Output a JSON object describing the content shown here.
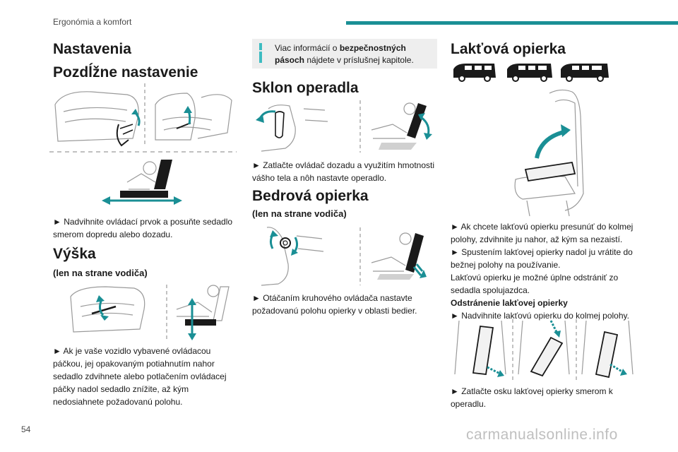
{
  "header": {
    "section": "Ergonómia a komfort",
    "accent_color": "#1a8f95"
  },
  "footer": {
    "page_number": "54",
    "watermark": "carmanualsonline.info"
  },
  "col1": {
    "title": "Nastavenia",
    "longitudinal": {
      "title": "Pozdĺžne nastavenie",
      "text": "► Nadvihnite ovládací prvok a posuňte sedadlo smerom dopredu alebo dozadu."
    },
    "height": {
      "title": "Výška",
      "subtitle": "(len na strane vodiča)",
      "text": "► Ak je vaše vozidlo vybavené ovládacou páčkou, jej opakovaným potiahnutím nahor sedadlo zdvihnete alebo potlačením ovládacej páčky nadol sedadlo znížite, až kým nedosiahnete požadovanú polohu."
    }
  },
  "col2": {
    "info": {
      "pre": "Viac informácií o ",
      "bold": "bezpečnostných pásoch",
      "post": " nájdete v príslušnej kapitole.",
      "icon": "info-icon"
    },
    "backrest": {
      "title": "Sklon operadla",
      "text": "► Zatlačte ovládač dozadu a využitím hmotnosti vášho tela a nôh nastavte operadlo."
    },
    "lumbar": {
      "title": "Bedrová opierka",
      "subtitle": "(len na strane vodiča)",
      "text": "► Otáčaním kruhového ovládača nastavte požadovanú polohu opierky v oblasti bedier."
    }
  },
  "col3": {
    "armrest": {
      "title": "Lakťová opierka",
      "vehicle_icons": [
        "van-icon-short",
        "van-icon-medium",
        "van-icon-long"
      ],
      "lines": [
        "► Ak chcete lakťovú opierku presunúť do kolmej polohy, zdvihnite ju nahor, až kým sa nezaistí.",
        "► Spustením lakťovej opierky nadol ju vrátite do bežnej polohy na používanie.",
        "Lakťovú opierku je možné úplne odstrániť zo sedadla spolujazdca."
      ],
      "removal_title": "Odstránenie lakťovej opierky",
      "removal_step1": "► Nadvihnite lakťovú opierku do kolmej polohy.",
      "removal_step2": "► Zatlačte osku lakťovej opierky smerom k operadlu."
    }
  },
  "colors": {
    "arrow": "#1a8f95",
    "line": "#9a9a9a",
    "text": "#1a1a1a"
  }
}
